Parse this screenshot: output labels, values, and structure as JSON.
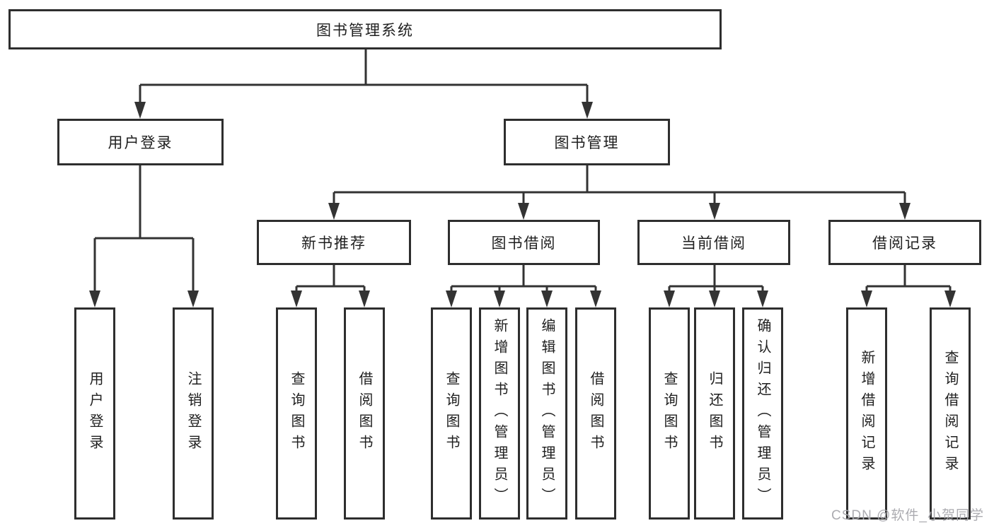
{
  "tree": {
    "root": {
      "label": "图书管理系统"
    },
    "login": {
      "label": "用户登录",
      "children": [
        {
          "label": "用户登录"
        },
        {
          "label": "注销登录"
        }
      ]
    },
    "mgmt": {
      "label": "图书管理",
      "children": [
        {
          "label": "新书推荐",
          "children": [
            {
              "label": "查询图书"
            },
            {
              "label": "借阅图书"
            }
          ]
        },
        {
          "label": "图书借阅",
          "children": [
            {
              "label": "查询图书"
            },
            {
              "label": "新增图书（管理员）"
            },
            {
              "label": "编辑图书（管理员）"
            },
            {
              "label": "借阅图书"
            }
          ]
        },
        {
          "label": "当前借阅",
          "children": [
            {
              "label": "查询图书"
            },
            {
              "label": "归还图书"
            },
            {
              "label": "确认归还（管理员）"
            }
          ]
        },
        {
          "label": "借阅记录",
          "children": [
            {
              "label": "新增借阅记录"
            },
            {
              "label": "查询借阅记录"
            }
          ]
        }
      ]
    }
  },
  "watermark": {
    "text": "CSDN @软件_小贺同学"
  },
  "colors": {
    "line": "#333333",
    "border": "#2e2e2e",
    "text": "#1f1f1f",
    "watermark": "#a8a8ad",
    "background": "#ffffff"
  }
}
